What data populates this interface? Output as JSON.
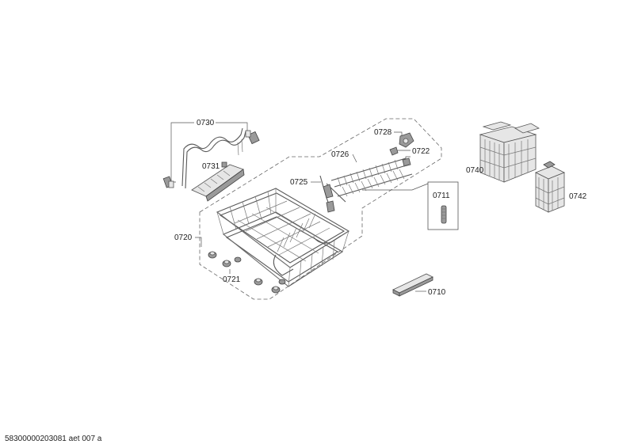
{
  "parts": {
    "p0730": "0730",
    "p0731": "0731",
    "p0728": "0728",
    "p0722": "0722",
    "p0726": "0726",
    "p0725": "0725",
    "p0711": "0711",
    "p0740": "0740",
    "p0742": "0742",
    "p0720": "0720",
    "p0721": "0721",
    "p0710": "0710"
  },
  "footer": "58300000203081 aet 007 a"
}
